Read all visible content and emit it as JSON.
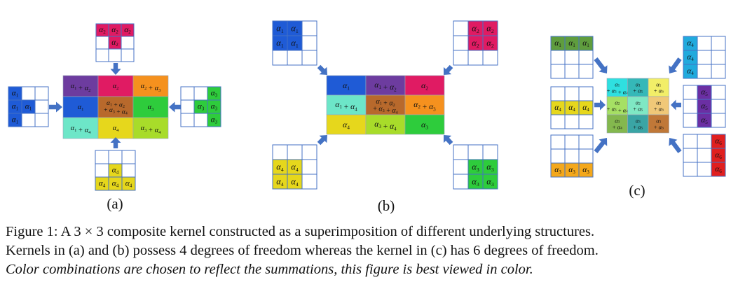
{
  "colors": {
    "a1": "#1f5bd6",
    "a2": "#e01b63",
    "a3": "#2ecc3c",
    "a4": "#e6d71c",
    "a5": "#6b2fa3",
    "a6": "#e01f1f",
    "a1a2": "#6d3c9f",
    "a2a3": "#f5911e",
    "a1a4": "#6de6c8",
    "a3a4": "#a8dc2a",
    "center4": "#b8692c",
    "c_tl": "#2fe0e0",
    "c_tc": "#35b8b8",
    "c_tr": "#f2ee68",
    "c_ml": "#a6e064",
    "c_mc": "#7fe8c4",
    "c_mr": "#f0c878",
    "c_bl": "#84b84e",
    "c_bc": "#3aa5a5",
    "c_br": "#c07838",
    "c_green": "#5f9d3e",
    "c_blue": "#21aadd",
    "c_orange": "#f4a81c",
    "grid_line": "#4472c4",
    "arrow": "#4472c4",
    "text": "#111111"
  },
  "panels": [
    {
      "label": "(a)"
    },
    {
      "label": "(b)"
    },
    {
      "label": "(c)"
    }
  ],
  "caption": {
    "line1": "Figure 1: A 3 × 3 composite kernel constructed as a superimposition of different underlying structures.",
    "line2": "Kernels in (a) and (b) possess 4 degrees of freedom whereas the kernel in (c) has 6 degrees of freedom.",
    "line3": "Color combinations are chosen to reflect the summations, this figure is best viewed in color."
  }
}
